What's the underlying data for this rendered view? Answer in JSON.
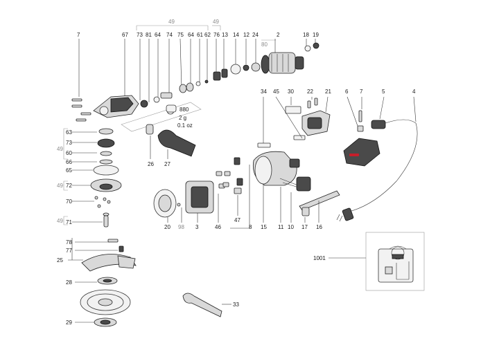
{
  "labels": {
    "p7a": "7",
    "p67": "67",
    "p73a": "73",
    "p81": "81",
    "p64a": "64",
    "p74": "74",
    "p75": "75",
    "p64b": "64",
    "p61": "61",
    "p62": "62",
    "p76": "76",
    "p13": "13",
    "p14": "14",
    "p12": "12",
    "p24": "24",
    "p2": "2",
    "p18": "18",
    "p19": "19",
    "p49a": "49",
    "p49b": "49",
    "p80": "80",
    "p880": "880",
    "p2g": "2 g",
    "p01oz": "0.1 oz",
    "p63": "63",
    "p73b": "73",
    "p60": "60",
    "p66": "66",
    "p49c": "49",
    "p65": "65",
    "p72": "72",
    "p49d": "49",
    "p70": "70",
    "p71": "71",
    "p49e": "49",
    "p78": "78",
    "p77": "77",
    "p25": "25",
    "p28": "28",
    "p29": "29",
    "p26": "26",
    "p27": "27",
    "p20": "20",
    "p98": "98",
    "p3": "3",
    "p46": "46",
    "p47": "47",
    "p8": "8",
    "p15": "15",
    "p11": "11",
    "p10": "10",
    "p17": "17",
    "p16": "16",
    "p34": "34",
    "p45": "45",
    "p30": "30",
    "p22": "22",
    "p21": "21",
    "p6": "6",
    "p7b": "7",
    "p5": "5",
    "p4": "4",
    "p33": "33",
    "p1001": "1001"
  },
  "colors": {
    "accent": "#c71e2a",
    "line": "#333333",
    "muted": "#9a9a9a"
  }
}
